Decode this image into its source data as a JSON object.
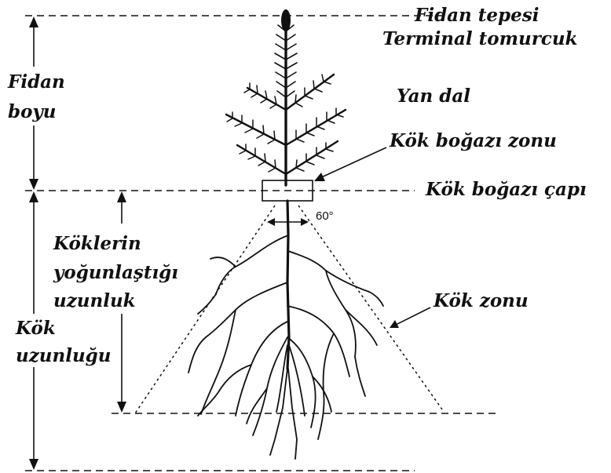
{
  "labels": {
    "fidan_tepesi": "Fidan tepesi",
    "terminal_tomurcuk": "Terminal tomurcuk",
    "yan_dal": "Yan dal",
    "fidan": "Fidan",
    "boyu": "boyu",
    "kok_bogazi_zonu": "Kök boğazı zonu",
    "kok_bogazi_capi": "Kök boğazı çapı",
    "angle": "60°",
    "koklerin": "Köklerin",
    "yogunlastigi": "yoğunlaştığı",
    "uzunluk": "uzunluk",
    "kok_zonu": "Kök zonu",
    "kok": "Kök",
    "uzunlugu": "uzunluğu"
  }
}
